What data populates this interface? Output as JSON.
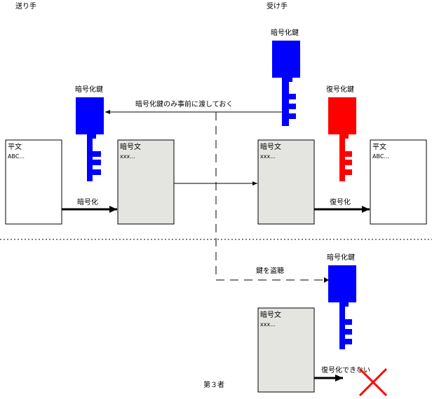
{
  "labels": {
    "sender": "送り手",
    "receiver": "受け手",
    "third_party": "第３者",
    "pre_share": "暗号化鍵のみ事前に渡しておく",
    "intercept": "鍵を盗聴",
    "encrypt": "暗号化",
    "decrypt": "復号化",
    "cannot_decrypt": "復号化できない"
  },
  "keys": {
    "sender_key": "暗号化鍵",
    "receiver_enc_key": "暗号化鍵",
    "receiver_dec_key": "復号化鍵",
    "third_key": "暗号化鍵"
  },
  "documents": {
    "sender_plain": {
      "title": "平文",
      "body": "ABC..."
    },
    "sender_cipher": {
      "title": "暗号文",
      "body": "xxx..."
    },
    "receiver_cipher": {
      "title": "暗号文",
      "body": "xxx..."
    },
    "receiver_plain": {
      "title": "平文",
      "body": "ABC..."
    },
    "third_cipher": {
      "title": "暗号文",
      "body": "xxx..."
    }
  },
  "colors": {
    "encryption_key": "#0000ff",
    "decryption_key": "#ff0000",
    "cipher_doc": "#e4e4e0",
    "fail_mark": "#ff0000"
  }
}
